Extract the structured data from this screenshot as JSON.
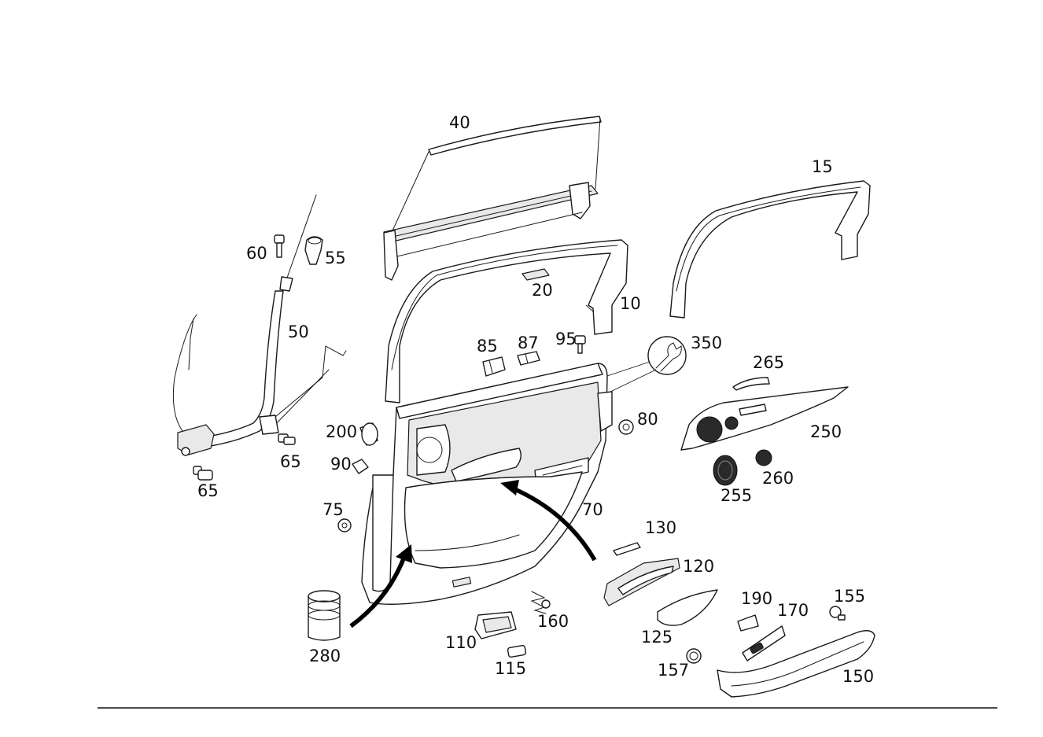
{
  "callouts": [
    {
      "id": "40",
      "label": "40"
    },
    {
      "id": "15",
      "label": "15"
    },
    {
      "id": "60",
      "label": "60"
    },
    {
      "id": "55",
      "label": "55"
    },
    {
      "id": "20",
      "label": "20"
    },
    {
      "id": "10",
      "label": "10"
    },
    {
      "id": "50",
      "label": "50"
    },
    {
      "id": "85",
      "label": "85"
    },
    {
      "id": "87",
      "label": "87"
    },
    {
      "id": "95",
      "label": "95"
    },
    {
      "id": "350",
      "label": "350"
    },
    {
      "id": "265",
      "label": "265"
    },
    {
      "id": "80",
      "label": "80"
    },
    {
      "id": "250",
      "label": "250"
    },
    {
      "id": "200",
      "label": "200"
    },
    {
      "id": "65a",
      "label": "65"
    },
    {
      "id": "90",
      "label": "90"
    },
    {
      "id": "65b",
      "label": "65"
    },
    {
      "id": "260",
      "label": "260"
    },
    {
      "id": "255",
      "label": "255"
    },
    {
      "id": "75",
      "label": "75"
    },
    {
      "id": "70",
      "label": "70"
    },
    {
      "id": "130",
      "label": "130"
    },
    {
      "id": "120",
      "label": "120"
    },
    {
      "id": "190",
      "label": "190"
    },
    {
      "id": "155",
      "label": "155"
    },
    {
      "id": "170",
      "label": "170"
    },
    {
      "id": "160",
      "label": "160"
    },
    {
      "id": "125",
      "label": "125"
    },
    {
      "id": "110",
      "label": "110"
    },
    {
      "id": "280",
      "label": "280"
    },
    {
      "id": "157",
      "label": "157"
    },
    {
      "id": "150",
      "label": "150"
    },
    {
      "id": "115",
      "label": "115"
    }
  ]
}
